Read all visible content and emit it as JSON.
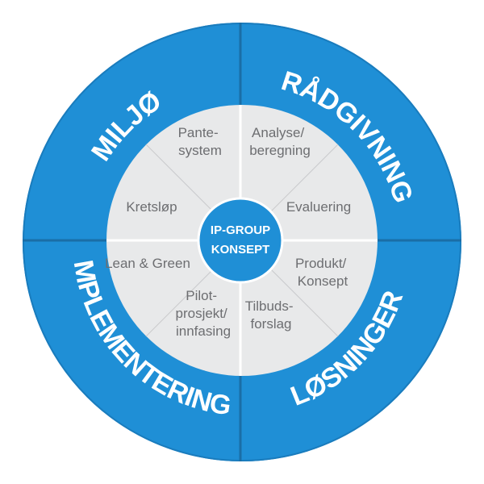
{
  "colors": {
    "outer_ring": "#1f8fd6",
    "inner_disc": "#e8e9ea",
    "hub": "#1f8fd6",
    "divider_light": "#ffffff",
    "divider_dark": "#1a6ea6",
    "inner_text": "#6d6e71",
    "ring_text": "#ffffff"
  },
  "ring": {
    "top_left": "MILJØ",
    "top_right": "RÅDGIVNING",
    "bottom_left": "IMPLEMENTERING",
    "bottom_right": "LØSNINGER"
  },
  "hub": {
    "line1": "IP-GROUP",
    "line2": "KONSEPT"
  },
  "segments": {
    "pantesystem": [
      "Pante-",
      "system"
    ],
    "analyse": [
      "Analyse/",
      "beregning"
    ],
    "kretslop": [
      "Kretsløp"
    ],
    "evaluering": [
      "Evaluering"
    ],
    "lean": [
      "Lean & Green"
    ],
    "produkt": [
      "Produkt/",
      "Konsept"
    ],
    "pilot": [
      "Pilot-",
      "prosjekt/",
      "innfasing"
    ],
    "tilbud": [
      "Tilbuds-",
      "forslag"
    ]
  }
}
